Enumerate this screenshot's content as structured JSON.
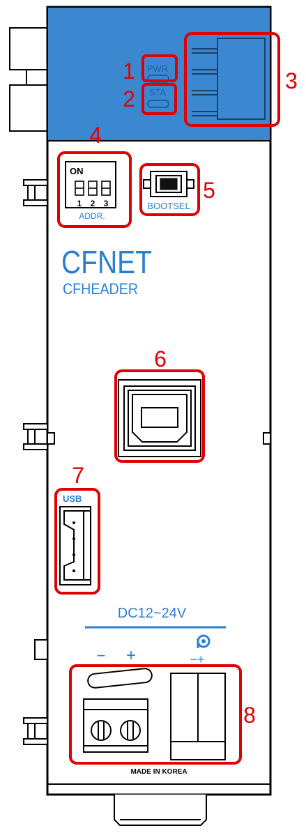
{
  "callouts": {
    "c1": "1",
    "c2": "2",
    "c3": "3",
    "c4": "4",
    "c5": "5",
    "c6": "6",
    "c7": "7",
    "c8": "8"
  },
  "labels": {
    "pwr": "PWR",
    "sta": "STA",
    "dip_on": "ON",
    "dip_1": "1",
    "dip_2": "2",
    "dip_3": "3",
    "addr": "ADDR.",
    "bootsel": "BOOTSEL",
    "brand": "CFNET",
    "model": "CFHEADER",
    "usb": "USB",
    "power_rating": "DC12~24V",
    "minus": "−",
    "plus": "+",
    "small_polarity": "−+",
    "made_in": "MADE IN KOREA"
  },
  "colors": {
    "accent_blue": "#3b88d1",
    "callout_red": "#e00000",
    "label_blue": "#2a7fd4",
    "outline": "#000000"
  }
}
